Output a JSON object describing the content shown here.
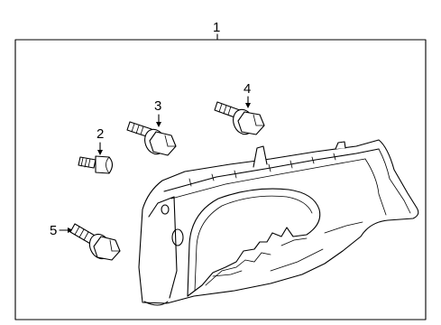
{
  "diagram": {
    "callouts": {
      "main_assembly": "1",
      "part_2": "2",
      "part_3": "3",
      "part_4": "4",
      "part_5": "5"
    }
  }
}
